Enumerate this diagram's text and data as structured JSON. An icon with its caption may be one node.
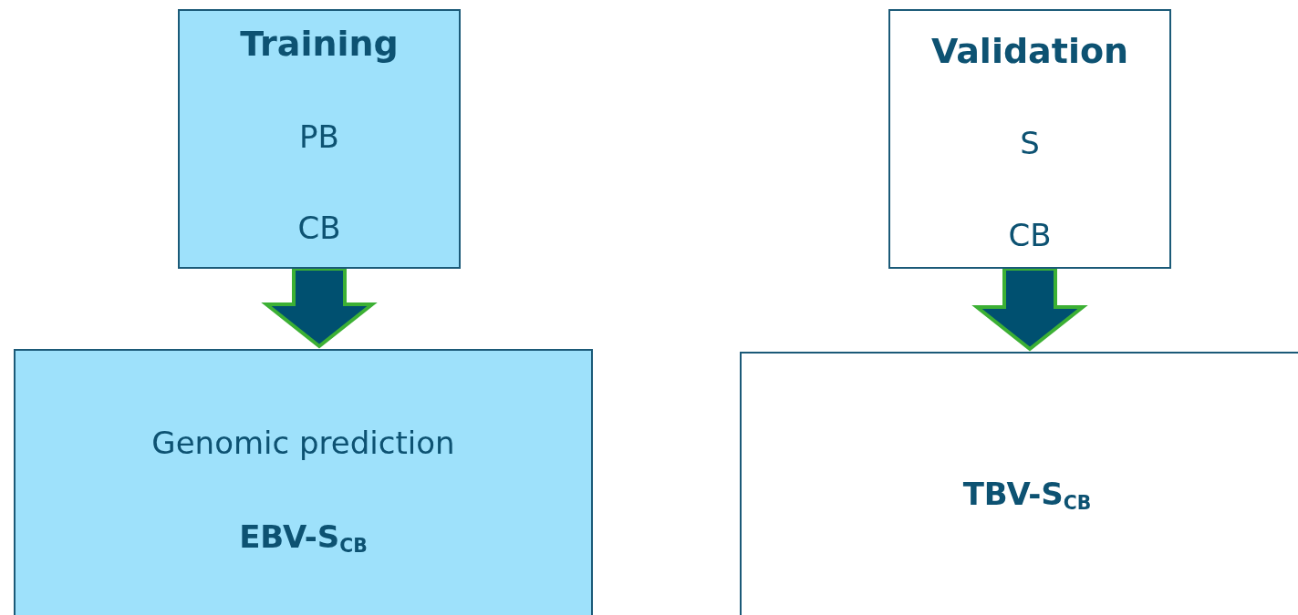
{
  "diagram": {
    "nodes": [
      {
        "text": [
          "Training",
          "PB",
          "CB"
        ]
      },
      {
        "text": [
          "Genomic prediction",
          "EBV-S$_{CB}$"
        ]
      },
      {
        "text": [
          "Validation",
          "S",
          "CB"
        ]
      },
      {
        "text": [
          "TBV-S$_{CB}$"
        ]
      }
    ],
    "edges": [
      {
        "from": 0,
        "to": 1,
        "arrow": "to",
        "style": "thick"
      },
      {
        "from": 2,
        "to": 3,
        "arrow": "to",
        "style": "thick"
      }
    ]
  }
}
